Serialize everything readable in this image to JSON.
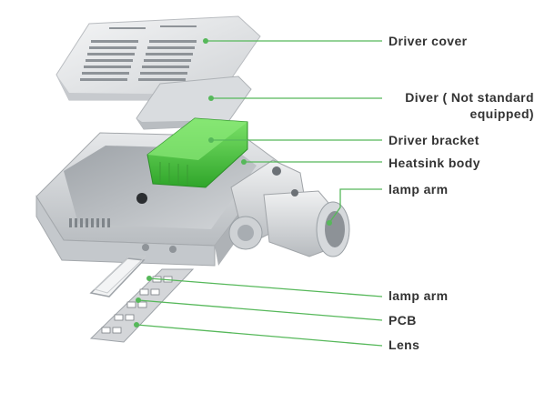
{
  "accent_color": "#4bbf4b",
  "leader_color": "#56b85a",
  "labels": {
    "driver_cover": "Driver cover",
    "driver_line1": "Diver ( Not standard",
    "driver_line2": "equipped)",
    "driver_bracket": "Driver bracket",
    "heatsink_body": "Heatsink body",
    "lamp_arm_top": "lamp arm",
    "lamp_arm_bottom": "lamp arm",
    "pcb": "PCB",
    "lens": "Lens"
  }
}
